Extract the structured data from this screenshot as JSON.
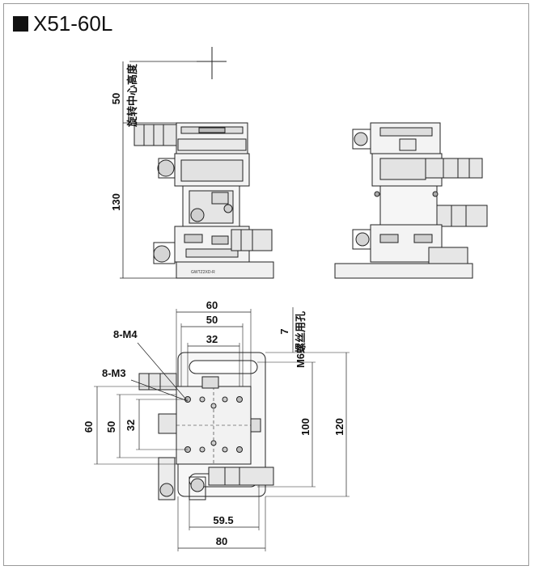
{
  "title": "X51-60L",
  "labels": {
    "rotation_center": "旋转中心高度",
    "d50_top": "50",
    "d130": "130",
    "d60_top": "60",
    "d50_mid": "50",
    "d32_top": "32",
    "m4": "8-M4",
    "m3": "8-M3",
    "d7": "7",
    "m6": "M6螺丝用孔",
    "d60_left": "60",
    "d50_left": "50",
    "d32_left": "32",
    "d100": "100",
    "d120": "120",
    "d59_5": "59.5",
    "d80": "80",
    "part_no": "GWTZ2XD-R"
  }
}
